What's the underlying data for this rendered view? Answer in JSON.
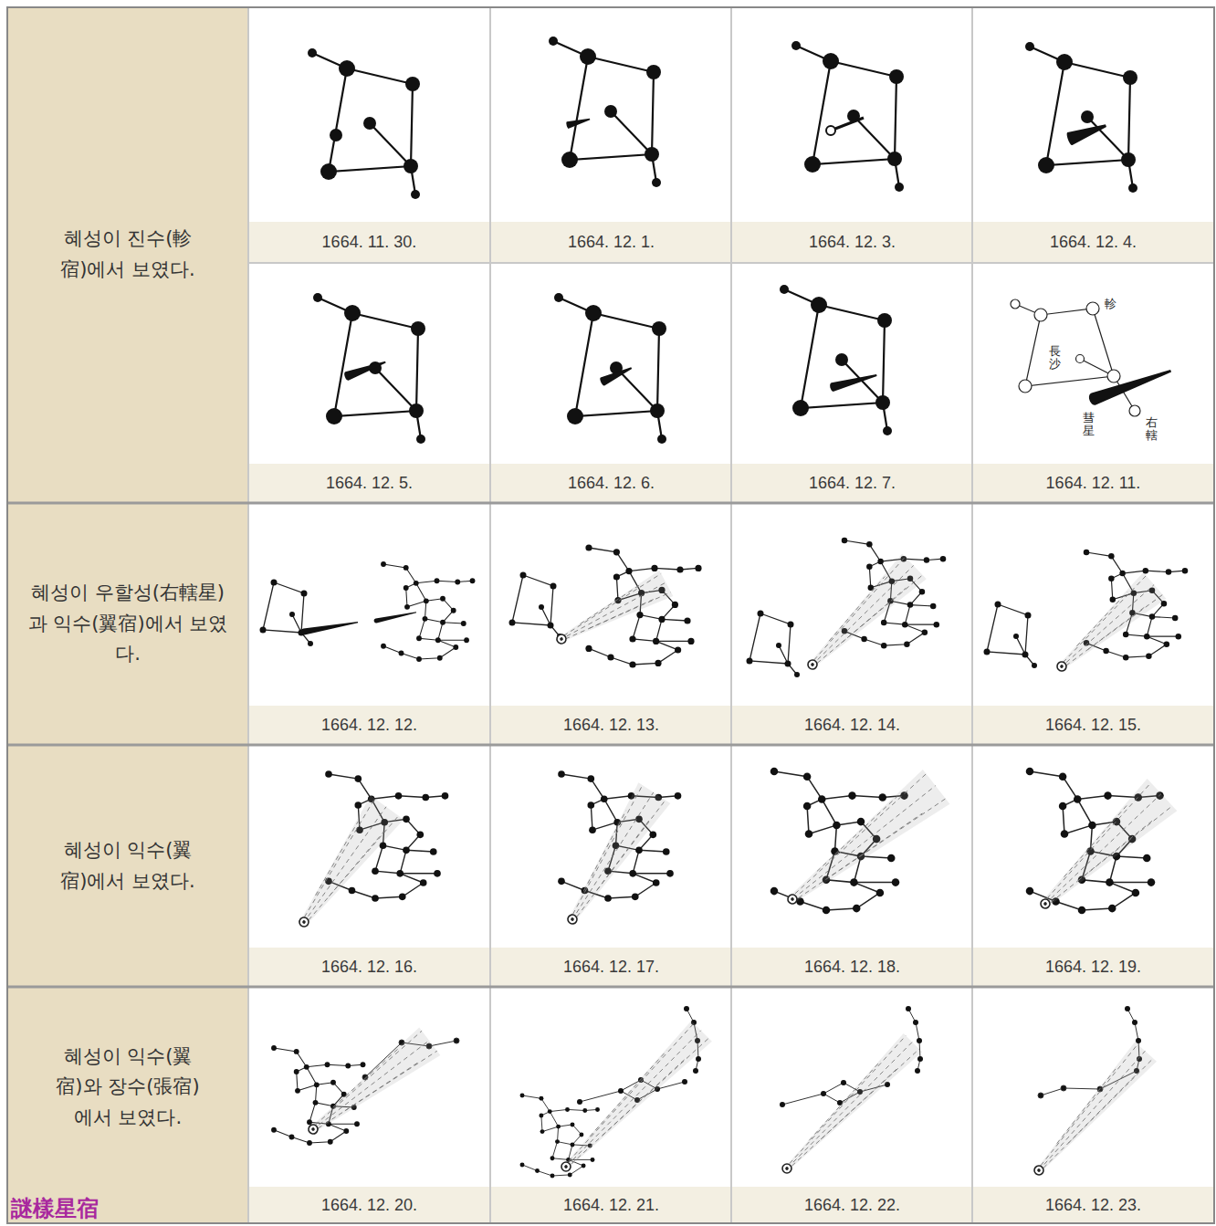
{
  "diagram": {
    "labels": [
      "혜성이 진수(軫宿)에서 보였다.",
      "1664. 11. 30.",
      "1664. 12. 1.",
      "1664. 12. 3.",
      "1664. 12. 4.",
      "1664. 12. 5.",
      "1664. 12. 6.",
      "1664. 12. 7.",
      "軫",
      "長沙",
      "右轄",
      "彗星",
      "1664. 12. 11.",
      "혜성이 우할성(右轄星)과 익수(翼宿)에서 보였다.",
      "1664. 12. 12.",
      "1664. 12. 13.",
      "1664. 12. 14.",
      "1664. 12. 15.",
      "혜성이 익수(翼宿)에서 보였다.",
      "1664. 12. 16.",
      "1664. 12. 17.",
      "1664. 12. 18.",
      "1664. 12. 19.",
      "혜성이 익수(翼宿)와 장수(張宿)에서 보였다.",
      "1664. 12. 20.",
      "1664. 12. 21.",
      "1664. 12. 22.",
      "1664. 12. 23.",
      "謎樣星宿"
    ]
  }
}
